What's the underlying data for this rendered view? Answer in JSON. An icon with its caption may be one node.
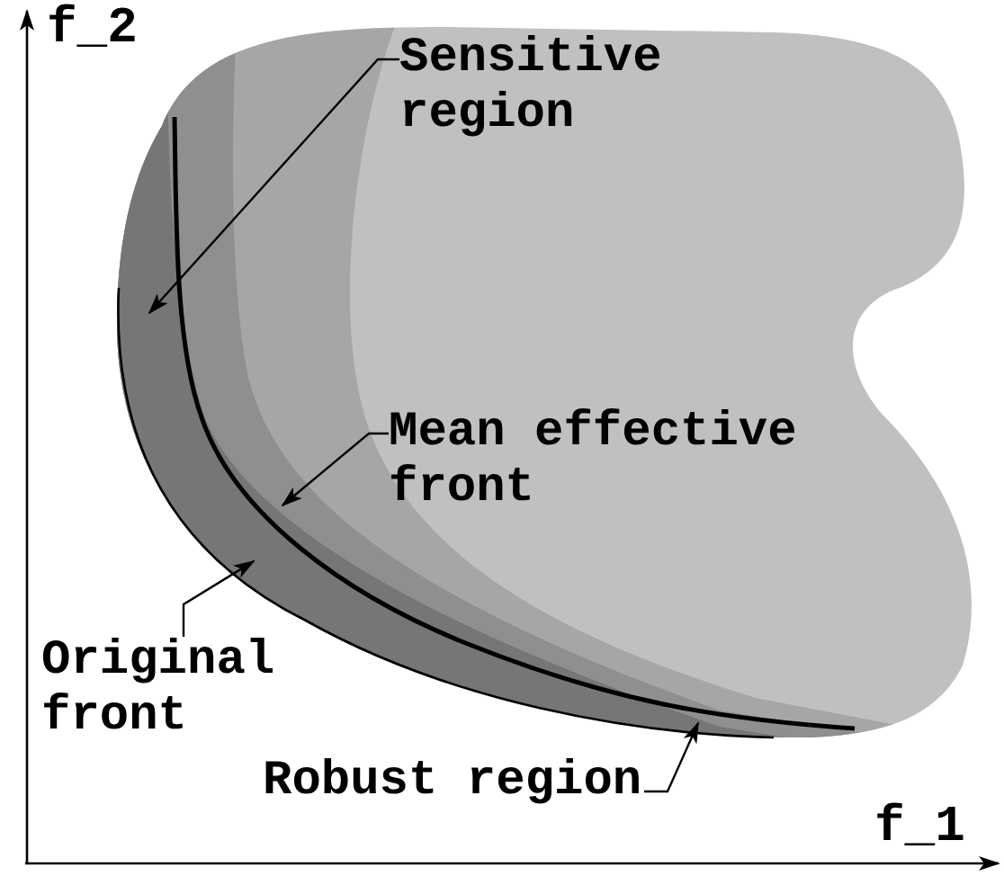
{
  "diagram": {
    "nodes": [
      {
        "text": [
          "Sensitive region"
        ]
      },
      {
        "text": [
          "Mean effective front"
        ]
      },
      {
        "text": [
          "Original front"
        ]
      },
      {
        "text": [
          "Robust region"
        ]
      }
    ],
    "edges": [
      {
        "from": 0,
        "to": null,
        "arrow": "to"
      },
      {
        "from": 1,
        "to": null,
        "arrow": "to"
      },
      {
        "from": 2,
        "to": null,
        "arrow": "to"
      },
      {
        "from": 3,
        "to": null,
        "arrow": "to"
      }
    ],
    "labels": [
      "f_2",
      "f_1"
    ]
  }
}
